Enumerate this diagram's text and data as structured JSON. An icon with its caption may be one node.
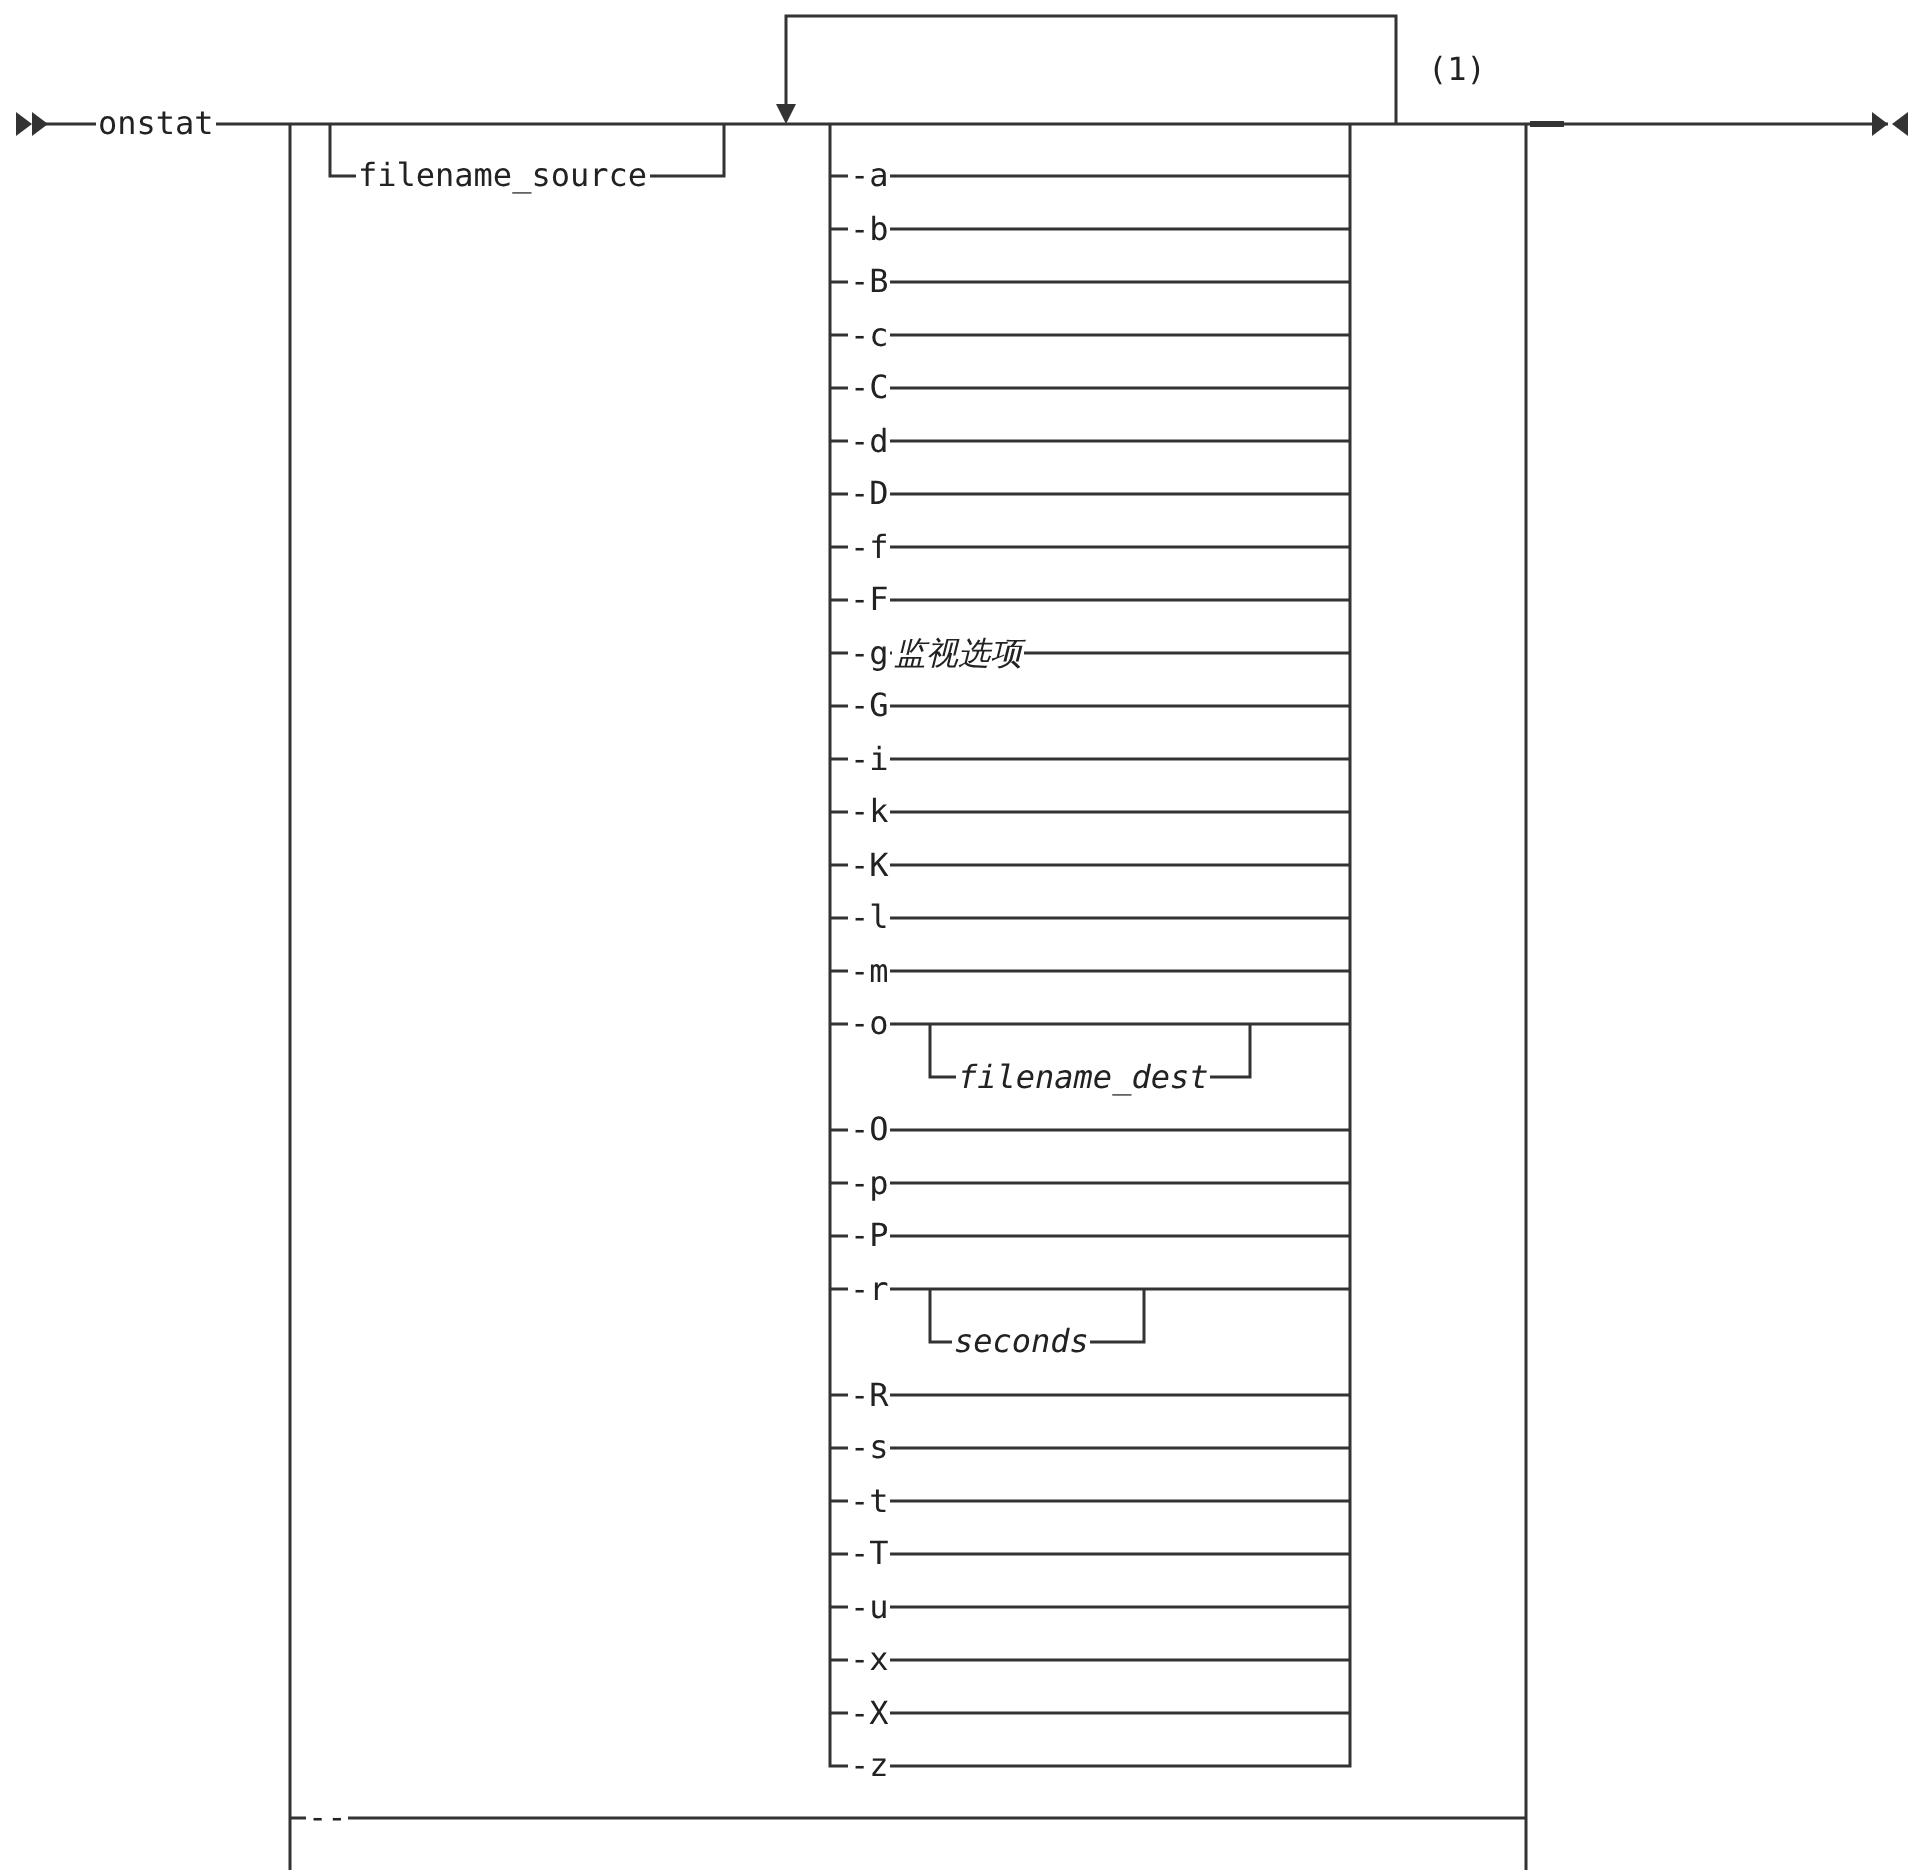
{
  "diagram": {
    "labels": [
      "onstat",
      "(1)",
      "filename_source",
      "-a",
      "-b",
      "-B",
      "-c",
      "-C",
      "-d",
      "-D",
      "-f",
      "-F",
      "-g",
      "监视选项",
      "-G",
      "-i",
      "-k",
      "-K",
      "-l",
      "-m",
      "-o",
      "filename_dest",
      "-O",
      "-p",
      "-P",
      "-r",
      "seconds",
      "-R",
      "-s",
      "-t",
      "-T",
      "-u",
      "-x",
      "-X",
      "-z",
      "--"
    ]
  }
}
